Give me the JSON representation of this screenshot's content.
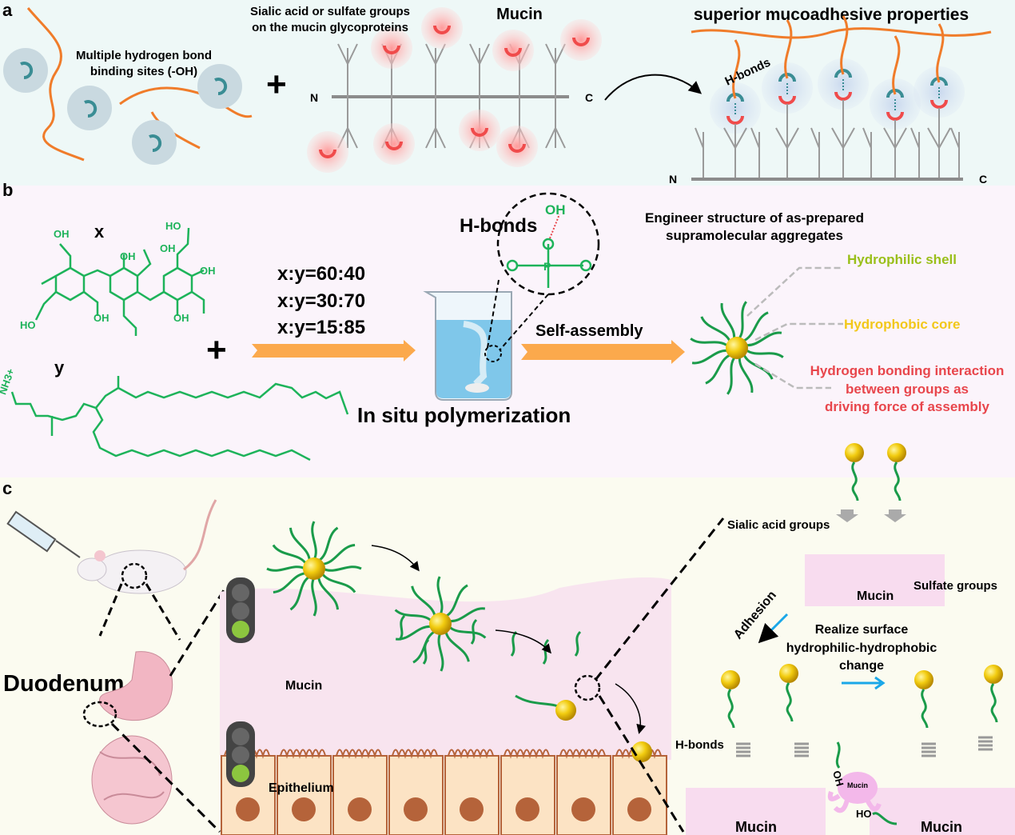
{
  "colors": {
    "panel_a_bg": "#eef8f7",
    "panel_b_bg": "#fbf4fb",
    "panel_c_bg": "#fbfbf0",
    "polymer_orange": "#f07c2a",
    "chem_green": "#1db35a",
    "sialic_red": "#f04b4b",
    "binding_teal": "#3a8d94",
    "arrow_orange": "#fba94c",
    "arrow_blue": "#1aa7e8",
    "shell_label": "#9abf1a",
    "core_label": "#f2c81a",
    "hbond_label": "#e8464c",
    "mucin_pink": "#f8dcef",
    "epithelium": "#fce3c4",
    "nucleus": "#b5633a"
  },
  "panel_a": {
    "label": "a",
    "binding_sites_line1": "Multiple hydrogen bond",
    "binding_sites_line2": "binding sites (-OH)",
    "sialic_line1": "Sialic acid or sulfate groups",
    "sialic_line2": "on the mucin glycoproteins",
    "mucin": "Mucin",
    "superior": "superior mucoadhesive properties",
    "hbonds": "H-bonds",
    "n_term": "N",
    "c_term": "C",
    "n_term2": "N",
    "c_term2": "C"
  },
  "panel_b": {
    "label": "b",
    "x_label": "x",
    "y_label": "y",
    "ratios": [
      "x:y=60:40",
      "x:y=30:70",
      "x:y=15:85"
    ],
    "hbonds": "H-bonds",
    "oh": "OH",
    "p": "P",
    "in_situ": "In situ polymerization",
    "self_assembly": "Self-assembly",
    "engineer_line1": "Engineer structure of as-prepared",
    "engineer_line2": "supramolecular aggregates",
    "hydrophilic_shell": "Hydrophilic shell",
    "hydrophobic_core": "Hydrophobic core",
    "hbond_line1": "Hydrogen bonding interaction",
    "hbond_line2": "between groups as",
    "hbond_line3": "driving force of assembly",
    "chem_labels": [
      "OH",
      "HO",
      "OH",
      "OH",
      "HO",
      "OH",
      "OH",
      "OH",
      "NH3+"
    ]
  },
  "panel_c": {
    "label": "c",
    "duodenum": "Duodenum",
    "mucin": "Mucin",
    "epithelium": "Epithelium",
    "sialic_groups": "Sialic acid groups",
    "sulfate_groups": "Sulfate groups",
    "mucin_top": "Mucin",
    "adhesion": "Adhesion",
    "realize_line1": "Realize surface",
    "realize_line2": "hydrophilic-hydrophobic",
    "realize_line3": "change",
    "hbonds": "H-bonds",
    "mucin_bottom_left": "Mucin",
    "mucin_bottom_right": "Mucin",
    "mucin_octopus": "Mucin",
    "oh": "OH",
    "ho": "HO"
  }
}
